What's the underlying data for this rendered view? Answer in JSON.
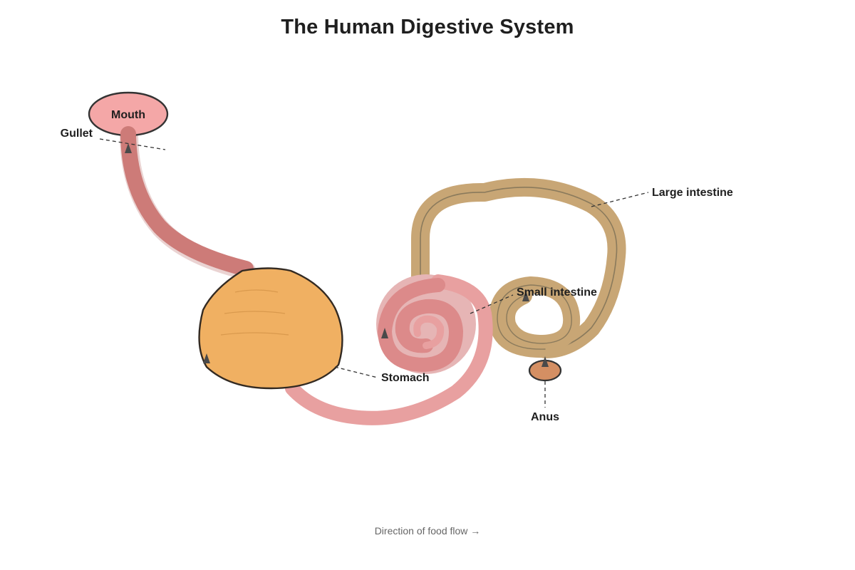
{
  "title": "The Human Digestive System",
  "labels": {
    "mouth": "Mouth",
    "gullet": "Gullet",
    "stomach": "Stomach",
    "small_intestine": "Small intestine",
    "large_intestine": "Large intestine",
    "anus": "Anus"
  },
  "caption": "Direction of food flow →",
  "colors": {
    "mouth": "#f4a7a7",
    "gullet": "#cd7b78",
    "stomach": "#f0b062",
    "small_intestine": "#e8a0a0",
    "large_intestine": "#c8a675",
    "anus": "#d48f63"
  }
}
